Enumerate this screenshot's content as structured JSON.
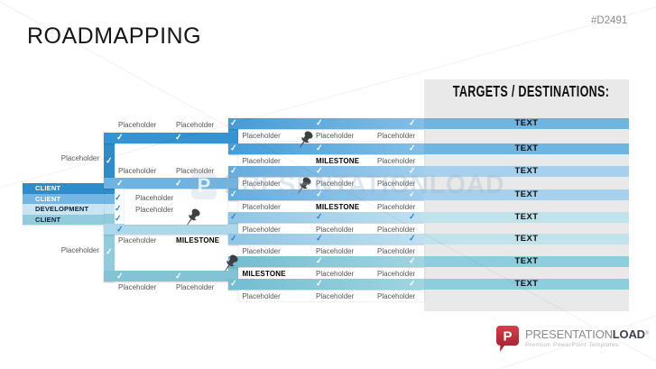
{
  "slide": {
    "title": "ROADMAPPING",
    "tag": "#D2491"
  },
  "stack": {
    "items": [
      {
        "label": "CLIENT",
        "color": "#2E8CCA",
        "text_color": "#ffffff"
      },
      {
        "label": "CLIENT",
        "color": "#74B6E3",
        "text_color": "#ffffff"
      },
      {
        "label": "DEVELOPMENT",
        "color": "#C9E4F2",
        "text_color": "#10202e"
      },
      {
        "label": "CLIENT",
        "color": "#92CCDC",
        "text_color": "#10202e"
      }
    ]
  },
  "branches": {
    "top_label": "Placeholder",
    "bottom_label": "Placeholder"
  },
  "left_section": {
    "row_above_bar1": [
      "Placeholder",
      "Placeholder"
    ],
    "row_above_bar2": [
      "Placeholder",
      "Placeholder"
    ],
    "box_lines": [
      "Placeholder",
      "Placeholder"
    ],
    "row_below_bar3": [
      "Placeholder",
      "MILESTONE"
    ],
    "row_below_bar3_bold": [
      1
    ],
    "row_below_bar4": [
      "Placeholder",
      "Placeholder"
    ]
  },
  "right_section": {
    "rows": [
      {
        "labels": [
          "Placeholder",
          "Placeholder",
          "Placeholder"
        ],
        "bold": [],
        "pin": true
      },
      {
        "labels": [
          "Placeholder",
          "MILESTONE",
          "Placeholder"
        ],
        "bold": [
          1
        ],
        "pin": false
      },
      {
        "labels": [
          "Placeholder",
          "Placeholder",
          "Placeholder"
        ],
        "bold": [],
        "pin": true
      },
      {
        "labels": [
          "Placeholder",
          "MILESTONE",
          "Placeholder"
        ],
        "bold": [
          1
        ],
        "pin": false
      },
      {
        "labels": [
          "Placeholder",
          "Placeholder",
          "Placeholder"
        ],
        "bold": [],
        "pin": false
      },
      {
        "labels": [
          "Placeholder",
          "Placeholder",
          "Placeholder"
        ],
        "bold": [],
        "pin": false
      },
      {
        "labels": [
          "MILESTONE",
          "Placeholder",
          "Placeholder"
        ],
        "bold": [
          0
        ],
        "pin": true
      },
      {
        "labels": [
          "Placeholder",
          "Placeholder",
          "Placeholder"
        ],
        "bold": [],
        "pin": false
      }
    ]
  },
  "panel": {
    "title": "TARGETS / DESTINATIONS:",
    "rows": [
      "TEXT",
      "TEXT",
      "TEXT",
      "TEXT",
      "TEXT",
      "TEXT",
      "TEXT",
      "TEXT"
    ]
  },
  "colors": {
    "pairs": [
      {
        "bar_from": "#449CD8",
        "bar_to": "#82BFE8",
        "text_bar": "#6FB5E2",
        "check": "#ffffff"
      },
      {
        "bar_from": "#64ABDE",
        "bar_to": "#A2CEEC",
        "text_bar": "#A6D0EC",
        "check": "#ffffff"
      },
      {
        "bar_from": "#8FC5E4",
        "bar_to": "#BFE0F1",
        "text_bar": "#BFE2EB",
        "check": "#2E86C8"
      },
      {
        "bar_from": "#72BDD2",
        "bar_to": "#A0D5E1",
        "text_bar": "#8DCEDE",
        "check": "#ffffff"
      }
    ],
    "left_bars": [
      "#3493D2",
      "#6FB3E1",
      "#ACD8EA",
      "#82C4D6"
    ],
    "left_bar_checks": [
      "#ffffff",
      "#ffffff",
      "#2E86C8",
      "#ffffff"
    ],
    "junctions": [
      "#3B97D4",
      "#6FB2E0",
      "#9FD0E7",
      "#79C0D4"
    ],
    "blue_check": "#2E86C8",
    "pin_color": "#3f3f3f",
    "panel_bg": "#e9e9e9"
  },
  "icons": {
    "check": "✓",
    "pushpin": "pushpin-icon"
  },
  "watermark": {
    "text": "PRESENTATIONLOAD"
  },
  "logo": {
    "brand_regular": "PRESENTATION",
    "brand_bold": "LOAD",
    "registered": "®",
    "tagline": "Premium PowerPoint Templates"
  }
}
